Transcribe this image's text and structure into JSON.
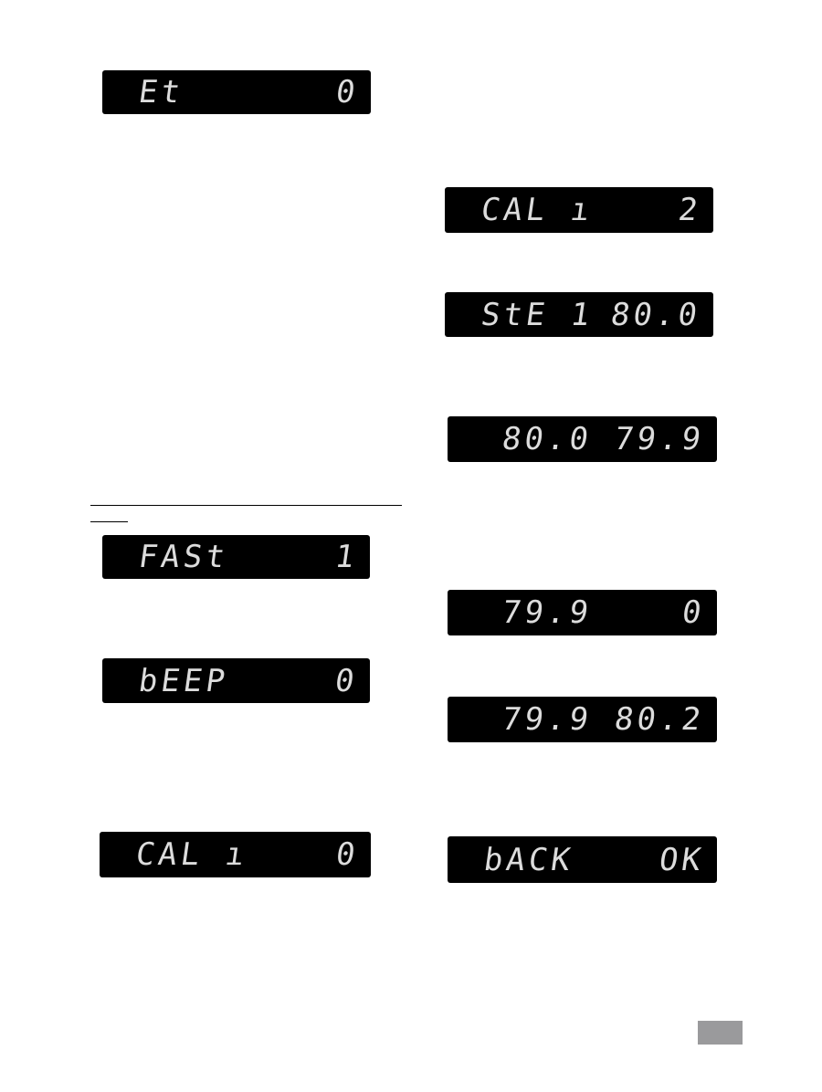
{
  "displays": [
    {
      "left": "Et",
      "right": "0"
    },
    {
      "left": "CAL ı",
      "right": "2"
    },
    {
      "left": "StE 1",
      "right": "80.0"
    },
    {
      "left": "80.0",
      "right": "79.9"
    },
    {
      "left": "FASt",
      "right": "1"
    },
    {
      "left": "79.9",
      "right": "0"
    },
    {
      "left": "bEEP",
      "right": "0"
    },
    {
      "left": "79.9",
      "right": "80.2"
    },
    {
      "left": "CAL ı",
      "right": "0"
    },
    {
      "left": "bACK",
      "right": "OK"
    }
  ],
  "colors": {
    "display_bg": "#000000",
    "segment": "#dcdcdc",
    "page_tab": "#9a9a9c"
  }
}
